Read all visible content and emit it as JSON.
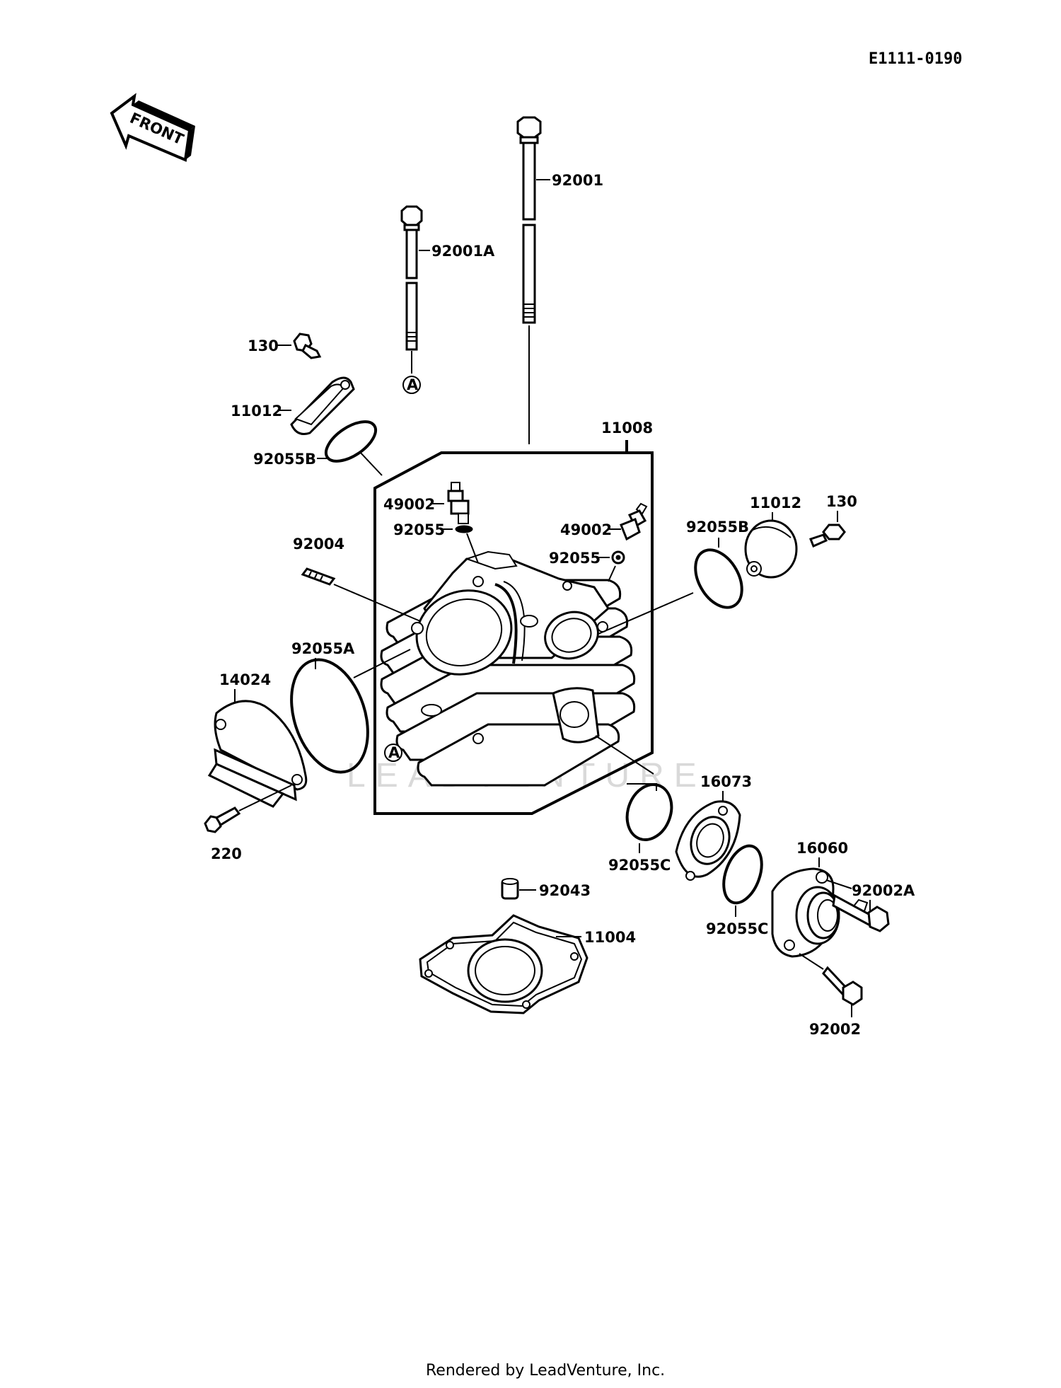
{
  "diagram_code": "E1111-0190",
  "front_arrow_label": "FRONT",
  "ref_marker": "A",
  "watermark": "LEADVENTURE",
  "footer": "Rendered by LeadVenture, Inc.",
  "callouts": {
    "bolt_long": "92001",
    "bolt_short": "92001A",
    "bolt_130_left": "130",
    "cap_left": "11012",
    "oring_left": "92055B",
    "head": "11008",
    "fitting_left": "49002",
    "washer_left": "92055",
    "stud": "92004",
    "fitting_right": "49002",
    "washer_right": "92055",
    "oring_right": "92055B",
    "cap_right": "11012",
    "bolt_130_right": "130",
    "oring_large": "92055A",
    "cover": "14024",
    "screw_220": "220",
    "holder": "16073",
    "oring_c_upper": "92055C",
    "pipe": "16060",
    "bolt_92002a": "92002A",
    "oring_c_lower": "92055C",
    "bolt_92002": "92002",
    "dowel": "92043",
    "gasket": "11004"
  }
}
